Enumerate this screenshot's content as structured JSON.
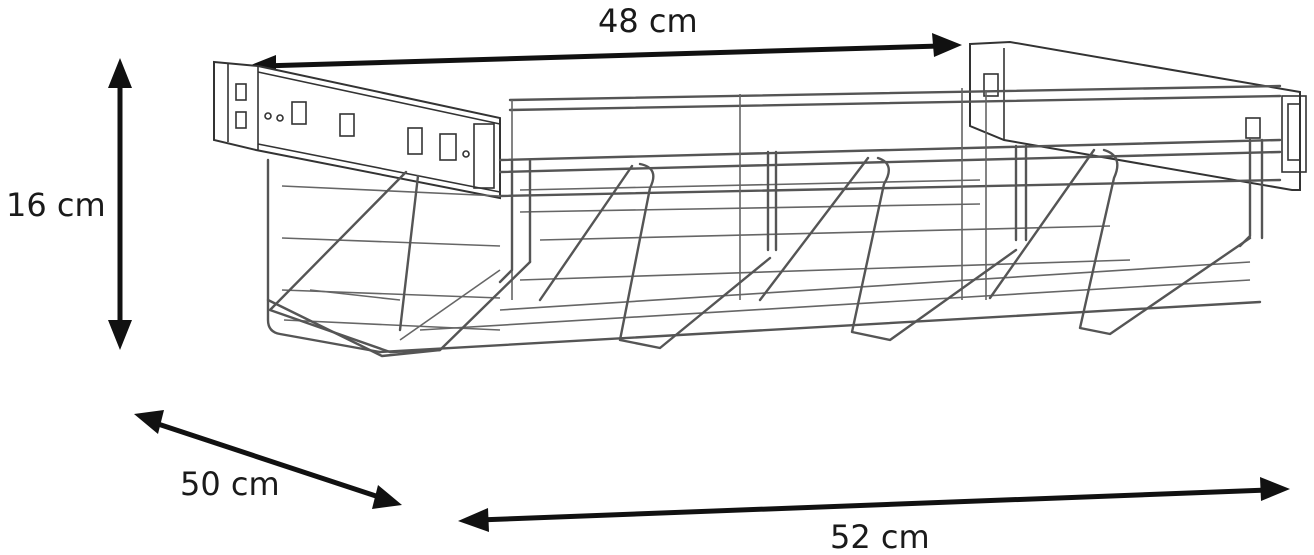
{
  "diagram": {
    "subject": "pull-out wire basket with drawer slides",
    "dimensions": {
      "width_top": "48 cm",
      "height": "16 cm",
      "depth": "50 cm",
      "width_bottom": "52 cm"
    },
    "colors": {
      "arrow": "#111111",
      "wire": "#555555",
      "label": "#1a1a1a",
      "background": "#ffffff"
    }
  }
}
